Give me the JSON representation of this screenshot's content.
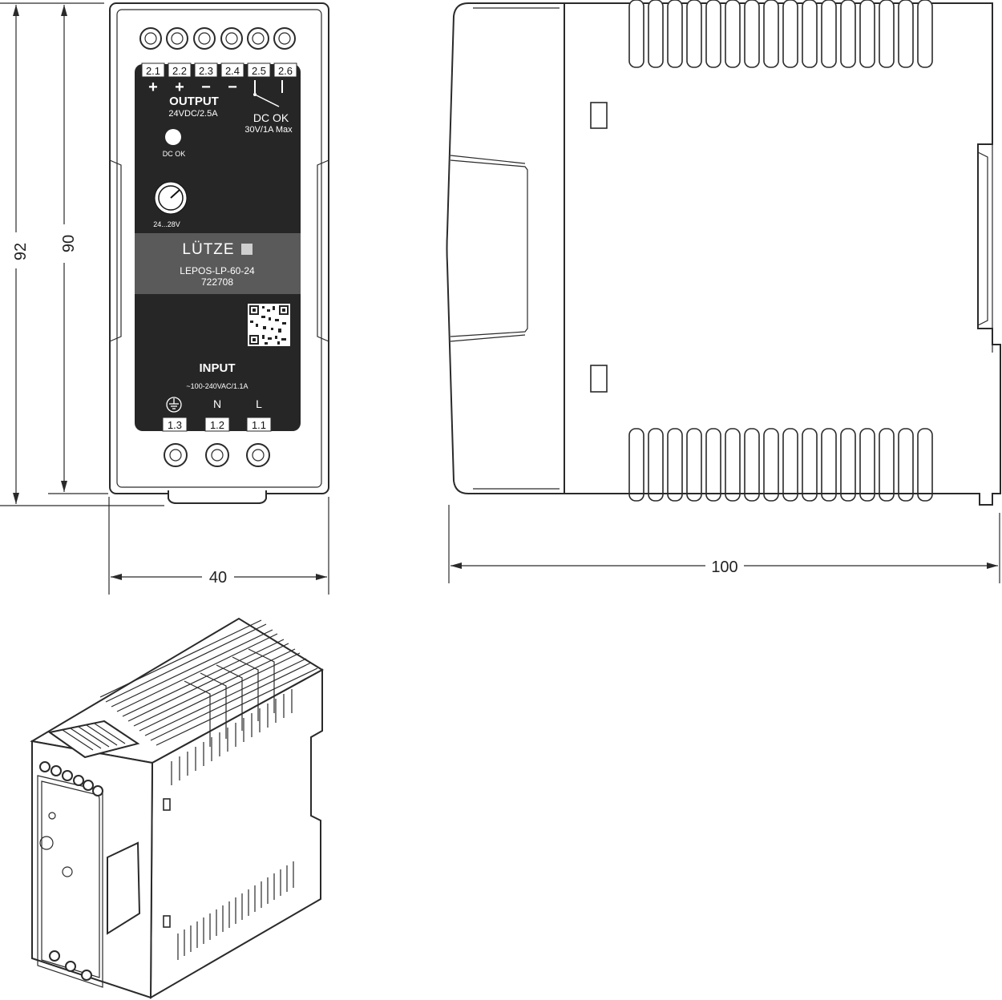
{
  "dimensions": {
    "height_outer": "92",
    "height_inner": "90",
    "width": "40",
    "depth": "100"
  },
  "front_panel": {
    "output_terminals": [
      "2.1",
      "2.2",
      "2.3",
      "2.4",
      "2.5",
      "2.6"
    ],
    "output_symbols": [
      "+",
      "+",
      "−",
      "−"
    ],
    "output_title": "OUTPUT",
    "output_rating": "24VDC/2.5A",
    "dcok_title": "DC OK",
    "dcok_rating": "30V/1A Max",
    "led_label": "DC OK",
    "pot_label": "24...28V",
    "brand": "LÜTZE",
    "model": "LEPOS-LP-60-24",
    "part_number": "722708",
    "input_title": "INPUT",
    "input_rating": "~100-240VAC/1.1A",
    "input_symbols": [
      "N",
      "L"
    ],
    "input_terminals": [
      "1.3",
      "1.2",
      "1.1"
    ]
  },
  "colors": {
    "panel": "#262626",
    "band": "#5a5a5a",
    "line": "#2a2a2a"
  },
  "icons": [
    "ground-icon",
    "relay-contact-icon",
    "qr-code-icon",
    "potentiometer-icon",
    "led-icon"
  ]
}
